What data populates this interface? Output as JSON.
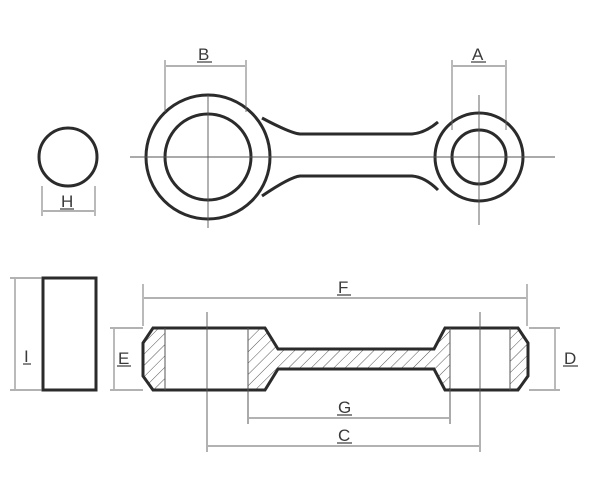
{
  "labels": {
    "A": "A",
    "B": "B",
    "C": "C",
    "D": "D",
    "E": "E",
    "F": "F",
    "G": "G",
    "H": "H",
    "I": "I"
  },
  "colors": {
    "line": "#2b2b2b",
    "dimension": "#666666",
    "background": "#ffffff"
  }
}
